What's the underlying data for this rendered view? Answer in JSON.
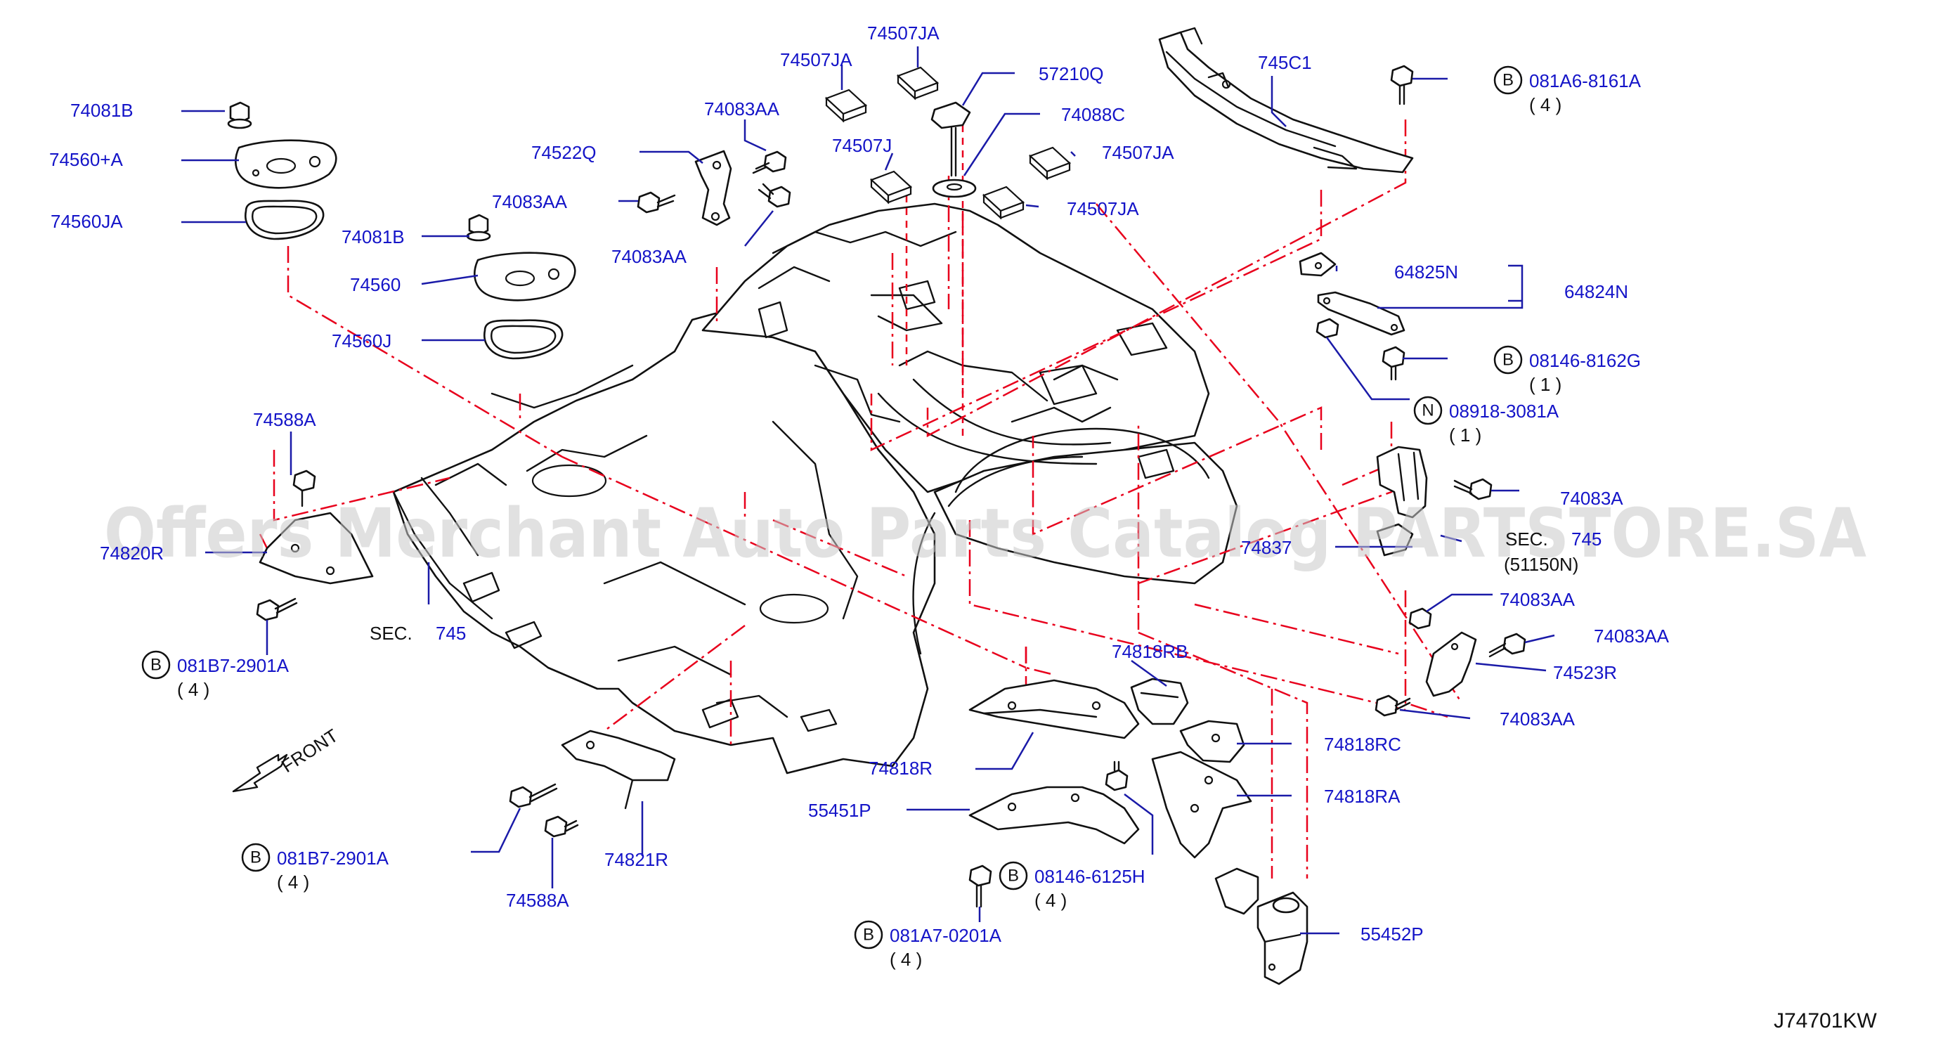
{
  "diagram_id": "J74701KW",
  "watermark": "Offers Merchant Auto Parts Catalog PARTSTORE.SA",
  "front_label": "FRONT",
  "section_refs": [
    {
      "prefix": "SEC.",
      "number": "745"
    },
    {
      "prefix": "SEC.",
      "number": "745",
      "sub": "(51150N)"
    }
  ],
  "parts": {
    "p74081B_a": "74081B",
    "p74560A": "74560+A",
    "p74560JA": "74560JA",
    "p74522Q": "74522Q",
    "p74083AA_top": "74083AA",
    "p74083AA_mid": "74083AA",
    "p74083AA_low": "74083AA",
    "p74081B_b": "74081B",
    "p74560": "74560",
    "p74560J": "74560J",
    "p74507JA_1": "74507JA",
    "p74507JA_2": "74507JA",
    "p74507J": "74507J",
    "p57210Q": "57210Q",
    "p74088C": "74088C",
    "p74507JA_3": "74507JA",
    "p74507JA_4": "74507JA",
    "p745C1": "745C1",
    "p64825N": "64825N",
    "p64824N": "64824N",
    "p74083A": "74083A",
    "p74083AA_r1": "74083AA",
    "p74083AA_r2": "74083AA",
    "p74523R": "74523R",
    "p74083AA_r3": "74083AA",
    "p74588A_top": "74588A",
    "p74820R": "74820R",
    "p74818RB": "74818RB",
    "p74818R": "74818R",
    "p74818RC": "74818RC",
    "p74818RA": "74818RA",
    "p55451P": "55451P",
    "p74821R": "74821R",
    "p74588A_bot": "74588A",
    "p55452P": "55452P",
    "p74837": "74837"
  },
  "fasteners": [
    {
      "symbol": "B",
      "part": "081A6-8161A",
      "qty": "( 4 )"
    },
    {
      "symbol": "B",
      "part": "08146-8162G",
      "qty": "( 1 )"
    },
    {
      "symbol": "N",
      "part": "08918-3081A",
      "qty": "( 1 )"
    },
    {
      "symbol": "B",
      "part": "081B7-2901A",
      "qty": "( 4 )"
    },
    {
      "symbol": "B",
      "part": "081B7-2901A",
      "qty": "( 4 )"
    },
    {
      "symbol": "B",
      "part": "08146-6125H",
      "qty": "( 4 )"
    },
    {
      "symbol": "B",
      "part": "081A7-0201A",
      "qty": "( 4 )"
    }
  ],
  "colors": {
    "label": "#1414c8",
    "leader": "#1a1aa8",
    "phantom": "#e8001c",
    "outline": "#111111"
  }
}
